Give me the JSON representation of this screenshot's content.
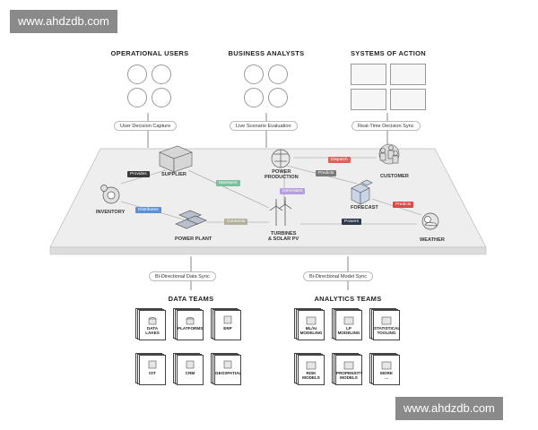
{
  "watermark_top": "www.ahdzdb.com",
  "watermark_bottom": "www.ahdzdb.com",
  "top_groups": [
    {
      "title": "OPERATIONAL USERS",
      "caption": "User Decision Capture"
    },
    {
      "title": "BUSINESS ANALYSTS",
      "caption": "Live Scenario Evaluation"
    },
    {
      "title": "SYSTEMS OF ACTION",
      "caption": "Real-Time Decision Sync"
    }
  ],
  "nodes": {
    "supplier": "SUPPLIER",
    "power_production": "POWER\nPRODUCTION",
    "customer": "CUSTOMER",
    "inventory": "INVENTORY",
    "forecast": "FORECAST",
    "power_plant": "POWER PLANT",
    "turbines": "TURBINES\n& SOLAR PV",
    "weather": "WEATHER"
  },
  "edges": [
    {
      "label": "Provides",
      "color": "#3a3a3a"
    },
    {
      "label": "Maintains",
      "color": "#7dbf9b"
    },
    {
      "label": "Dispatch",
      "color": "#d9645c"
    },
    {
      "label": "Predicts",
      "color": "#7a7a7a"
    },
    {
      "label": "Generates",
      "color": "#b59fe0"
    },
    {
      "label": "Distributes",
      "color": "#5b8fd9"
    },
    {
      "label": "Connects",
      "color": "#b5b09a"
    },
    {
      "label": "Predicts",
      "color": "#d94a4a"
    },
    {
      "label": "Powers",
      "color": "#2e3b4e"
    }
  ],
  "bottom_groups": [
    {
      "title": "DATA TEAMS",
      "caption": "Bi-Directional Data Sync",
      "items": [
        "DATA\nLAKES",
        "PLATFORMS",
        "ERP",
        "IOT",
        "CRM",
        "GEOSPATIAL"
      ]
    },
    {
      "title": "ANALYTICS TEAMS",
      "caption": "Bi-Directional Model Sync",
      "items": [
        "ML/AI\nMODELING",
        "LP\nMODELING",
        "STATISTICAL\nTOOLING",
        "RISK\nMODELS",
        "PROPENSITY\nMODELS",
        "MORE\n..."
      ]
    }
  ]
}
